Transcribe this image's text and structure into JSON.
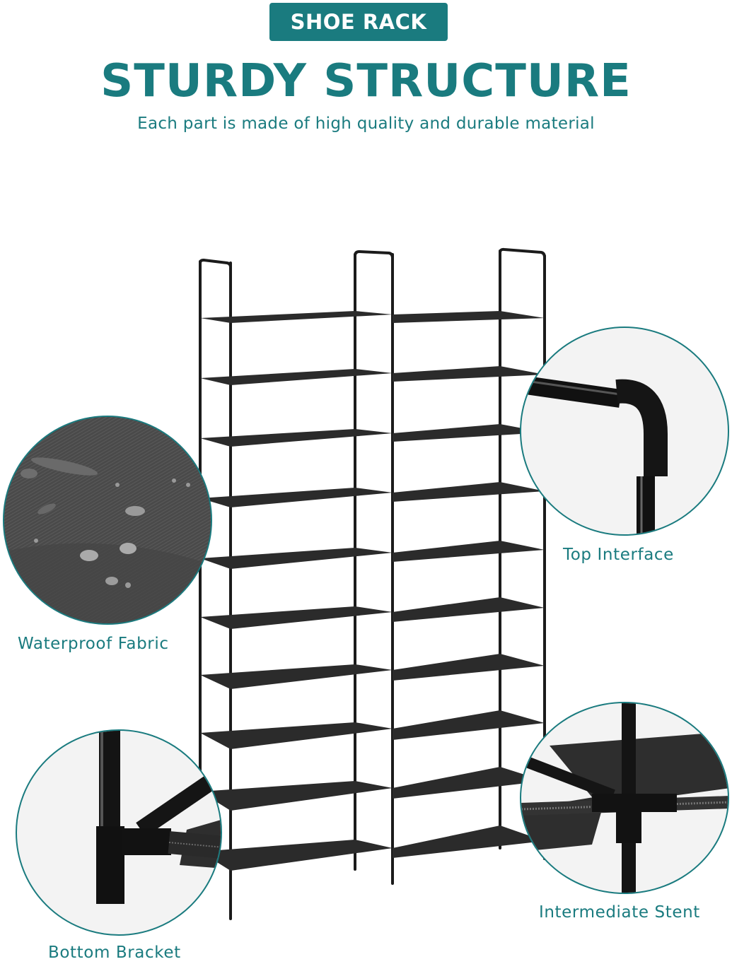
{
  "colors": {
    "teal": "#1a7b7f",
    "teal_dark": "#176f73",
    "frame": "#1b1b1b",
    "fabric": "#2b2b2b",
    "circle_bg": "#f3f3f3"
  },
  "badge": {
    "label": "SHOE RACK"
  },
  "headline": {
    "title": "STURDY STRUCTURE",
    "subtitle": "Each part is made of high quality and durable material"
  },
  "product": {
    "name": "shoe rack",
    "tiers": 10,
    "columns": 2
  },
  "details": [
    {
      "id": "waterproof-fabric",
      "caption": "Waterproof Fabric",
      "icon": "fabric-water-drops"
    },
    {
      "id": "top-interface",
      "caption": "Top Interface",
      "icon": "elbow-joint"
    },
    {
      "id": "intermediate-stent",
      "caption": "Intermediate Stent",
      "icon": "cross-joint"
    },
    {
      "id": "bottom-bracket",
      "caption": "Bottom Bracket",
      "icon": "t-joint"
    }
  ]
}
